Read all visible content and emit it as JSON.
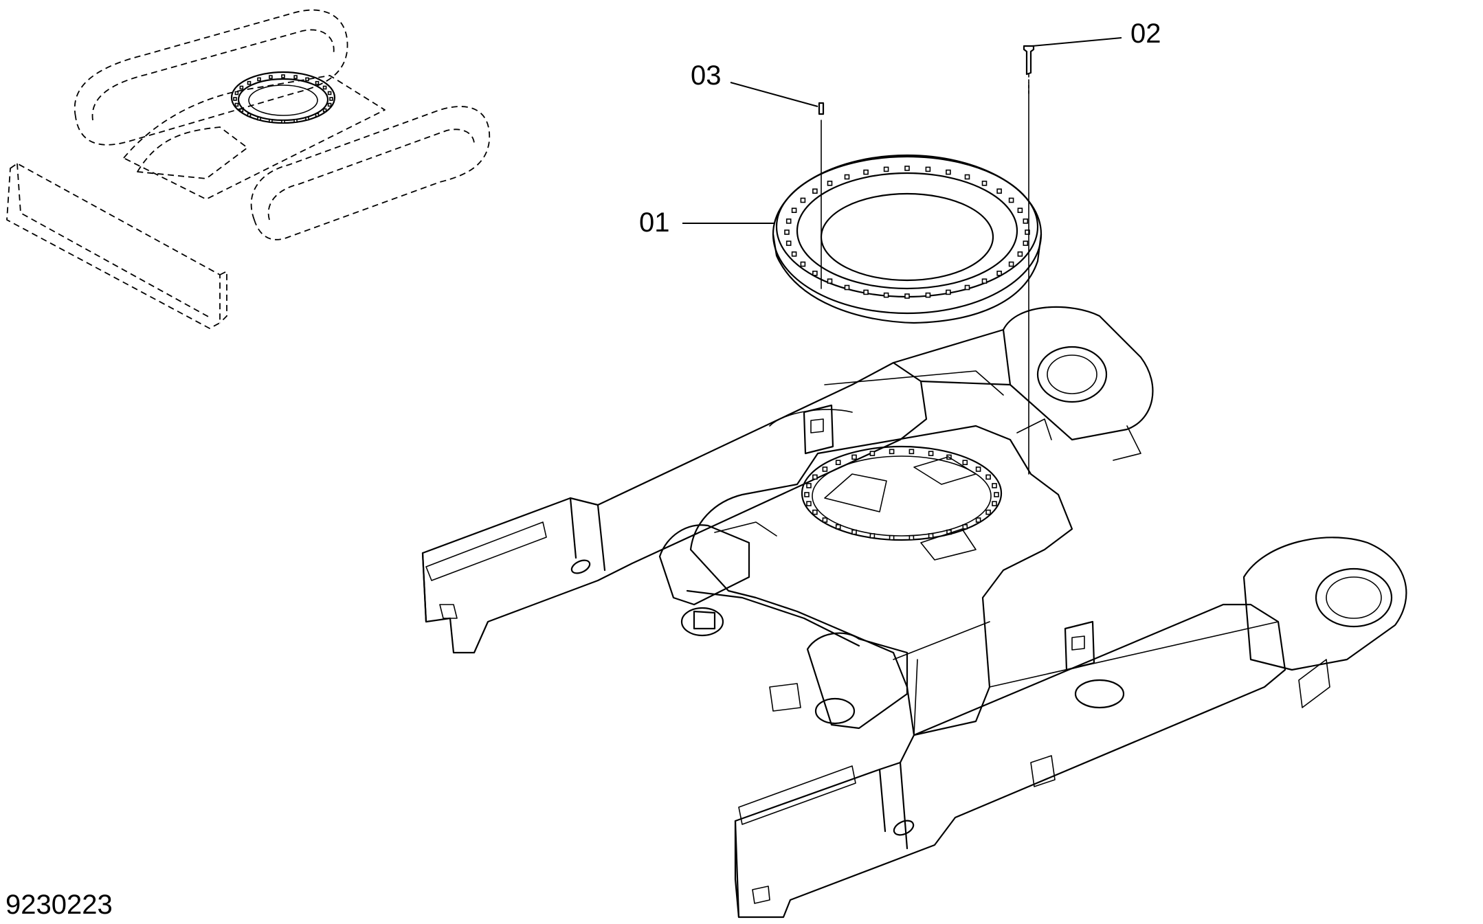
{
  "drawing": {
    "id_label": "9230223"
  },
  "callouts": [
    {
      "id": "01",
      "label": "01",
      "part": "slewing-ring"
    },
    {
      "id": "02",
      "label": "02",
      "part": "bolt"
    },
    {
      "id": "03",
      "label": "03",
      "part": "pin"
    }
  ],
  "icons": {
    "overview": "excavator-undercarriage-overview-icon",
    "frame": "undercarriage-frame-icon"
  }
}
